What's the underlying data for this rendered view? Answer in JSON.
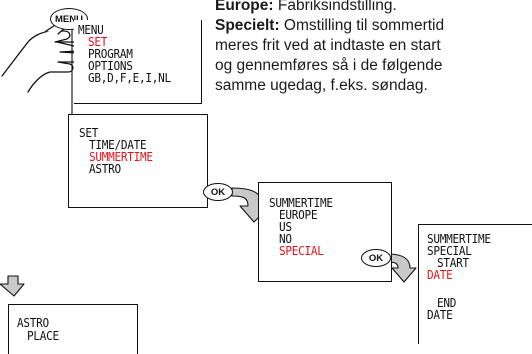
{
  "text": {
    "line1_bold": "Europe:",
    "line1_rest": " Fabriksindstilling.",
    "line2_bold": "Specielt:",
    "line2_rest": " Omstilling til sommertid",
    "line3": "meres frit ved at indtaste en start",
    "line4": "og gennemføres så i de følgende",
    "line5": "samme ugedag, f.eks. søndag."
  },
  "menu_key_label": "MENU",
  "ok_label": "OK",
  "screens": {
    "menu": {
      "title": "MENU",
      "items": [
        "SET",
        "PROGRAM",
        "OPTIONS",
        "GB,D,F,E,I,NL"
      ]
    },
    "set": {
      "title": "SET",
      "items": [
        "TIME/DATE",
        "SUMMERTIME",
        "ASTRO"
      ]
    },
    "summertime": {
      "title": "SUMMERTIME",
      "items": [
        "EUROPE",
        "US",
        "NO",
        "SPECIAL"
      ]
    },
    "special": {
      "title": "SUMMERTIME",
      "line2": "SPECIAL",
      "line3": "START",
      "line4": "DATE",
      "line5": "END",
      "line6": "DATE"
    },
    "astro": {
      "title": "ASTRO",
      "line2": "PLACE"
    }
  },
  "colors": {
    "highlight": "#e3141b",
    "line": "#111111",
    "arrow_fill": "#c9c9c9"
  }
}
